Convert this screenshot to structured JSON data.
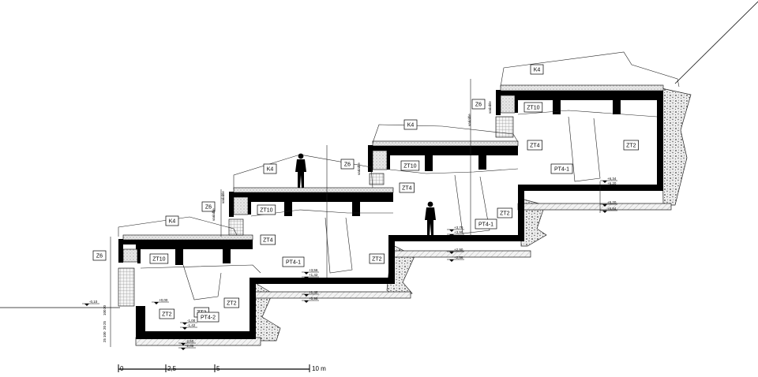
{
  "section": {
    "tags": [
      {
        "id": "k4-a",
        "text": "K4"
      },
      {
        "id": "k4-b",
        "text": "K4"
      },
      {
        "id": "k4-c",
        "text": "K4"
      },
      {
        "id": "k4-d",
        "text": "K4"
      },
      {
        "id": "z6-a",
        "text": "Z6"
      },
      {
        "id": "z6-b",
        "text": "Z6"
      },
      {
        "id": "z6-c",
        "text": "Z6"
      },
      {
        "id": "z6-d",
        "text": "Z6"
      },
      {
        "id": "zt10-a",
        "text": "ZT10"
      },
      {
        "id": "zt10-b",
        "text": "ZT10"
      },
      {
        "id": "zt10-c",
        "text": "ZT10"
      },
      {
        "id": "zt10-d",
        "text": "ZT10"
      },
      {
        "id": "zt4-a",
        "text": "ZT4"
      },
      {
        "id": "zt4-b",
        "text": "ZT4"
      },
      {
        "id": "zt4-c",
        "text": "ZT4"
      },
      {
        "id": "zt2-a",
        "text": "ZT2"
      },
      {
        "id": "zt2-b",
        "text": "ZT2"
      },
      {
        "id": "zt2-c",
        "text": "ZT2"
      },
      {
        "id": "zt2-d",
        "text": "ZT2"
      },
      {
        "id": "zt2-e",
        "text": "ZT2"
      },
      {
        "id": "zt2-f",
        "text": "ZT2"
      },
      {
        "id": "pt41-a",
        "text": "PT4-1"
      },
      {
        "id": "pt41-b",
        "text": "PT4-1"
      },
      {
        "id": "pt41-c",
        "text": "PT4-1"
      },
      {
        "id": "pt42",
        "text": "PT4-2"
      }
    ],
    "levels": [
      {
        "id": "lv-ground",
        "text": "-0,10"
      },
      {
        "id": "lv-1a",
        "text": "+0,00"
      },
      {
        "id": "lv-1b",
        "text": "-1,00"
      },
      {
        "id": "lv-1c",
        "text": "-1,42"
      },
      {
        "id": "lv-1d",
        "text": "-2,50"
      },
      {
        "id": "lv-1e",
        "text": "-2,00"
      },
      {
        "id": "lv-2a",
        "text": "+3,56"
      },
      {
        "id": "lv-2b",
        "text": "+1,42"
      },
      {
        "id": "lv-2c",
        "text": "+1,42"
      },
      {
        "id": "lv-2d",
        "text": "+0,96"
      },
      {
        "id": "lv-3a",
        "text": "+3,70"
      },
      {
        "id": "lv-3b",
        "text": "+3,90"
      },
      {
        "id": "lv-3c",
        "text": "+2,90"
      },
      {
        "id": "lv-3d",
        "text": "+2,56"
      },
      {
        "id": "lv-4a",
        "text": "+6,34"
      },
      {
        "id": "lv-4b",
        "text": "+6,20"
      },
      {
        "id": "lv-4c",
        "text": "+5,20"
      },
      {
        "id": "lv-4d",
        "text": "+5,84"
      }
    ],
    "dimension_texts": [
      {
        "id": "dim-variable-1",
        "text": "variable"
      },
      {
        "id": "dim-variable-2",
        "text": "variable"
      },
      {
        "id": "dim-variable-3",
        "text": "variable"
      },
      {
        "id": "dim-variable-4",
        "text": "variable"
      },
      {
        "id": "dim-variable-5",
        "text": "variable"
      },
      {
        "id": "dim-100-a",
        "text": "100"
      },
      {
        "id": "dim-100-b",
        "text": "100"
      },
      {
        "id": "dim-25-a",
        "text": "25"
      },
      {
        "id": "dim-25-b",
        "text": "25"
      },
      {
        "id": "dim-20",
        "text": "20"
      },
      {
        "id": "dim-30",
        "text": "30"
      }
    ]
  },
  "scale_bar": {
    "labels": [
      "0",
      "2,5",
      "5",
      "10 m"
    ]
  },
  "colors": {
    "structure": "#000000",
    "line": "#1a1a1a",
    "gravel": "#dcdcdc",
    "hatch": "#bdbdbd"
  }
}
